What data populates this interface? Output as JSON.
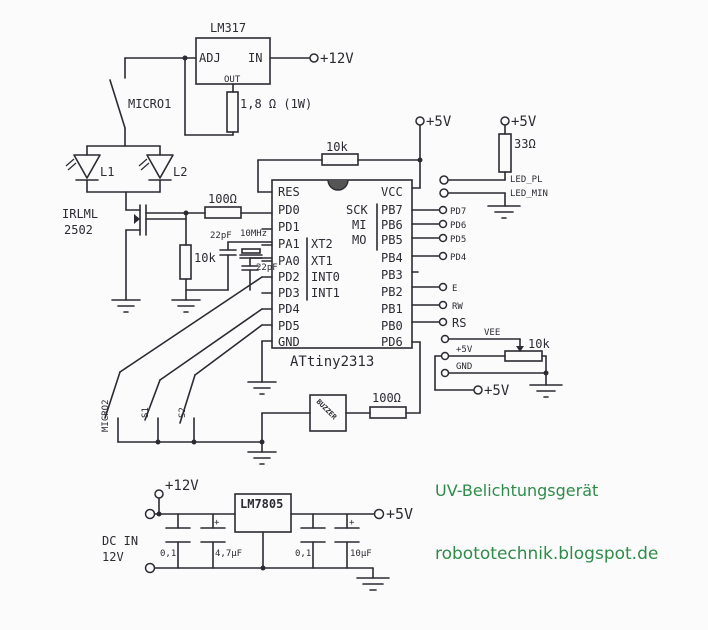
{
  "title_note": "UV-Belichtungsgerät",
  "website": "robototechnik.blogspot.de",
  "colors": {
    "ink": "#2b2b33",
    "green_text": "#2e8b4a",
    "paper": "#fbfbfb"
  },
  "lm317": {
    "name": "LM317",
    "pins": {
      "adj": "ADJ",
      "in": "IN",
      "out": "OUT"
    },
    "supply": "+12V",
    "resistor": "1,8 Ω (1W)"
  },
  "leds": {
    "switch": "MICRO1",
    "l1": "L1",
    "l2": "L2"
  },
  "mosfet": {
    "name_line1": "IRLML",
    "name_line2": "2502"
  },
  "gate": {
    "resistor": "100Ω",
    "pulldown": "10k"
  },
  "crystal": {
    "cap1": "22pF",
    "freq": "10MHz",
    "cap2": "22pF"
  },
  "mcu": {
    "name": "ATtiny2313",
    "left_pins": [
      "RES",
      "PD0",
      "PD1",
      "PA1",
      "PA0",
      "PD2",
      "PD3",
      "PD4",
      "PD5",
      "GND"
    ],
    "left_alt": [
      "XT2",
      "XT1",
      "INT0",
      "INT1"
    ],
    "right_pins": [
      "VCC",
      "PB7",
      "PB6",
      "PB5",
      "PB4",
      "PB3",
      "PB2",
      "PB1",
      "PB0",
      "PD6"
    ],
    "right_alt": [
      "SCK",
      "MI",
      "MO"
    ],
    "reset_resistor": "10k",
    "vcc_supply": "+5V"
  },
  "connectors": {
    "isp": [
      "PD7",
      "PD6",
      "PD5",
      "PD4"
    ],
    "lcd": [
      "E",
      "RW",
      "RS"
    ],
    "led_supply": "+5V",
    "led_resistor": "33Ω",
    "led_pl": "LED_PL",
    "led_min": "LED_MIN",
    "vee": "VEE",
    "pot": "10k",
    "plus5": "+5V",
    "gnd": "GND",
    "plus5_out": "+5V"
  },
  "switches": {
    "micro2": "MICRO2",
    "s1": "S1",
    "s2": "S2"
  },
  "buzzer": {
    "name": "BUZZER",
    "resistor": "100Ω"
  },
  "power": {
    "reg": "LM7805",
    "in_label": "+12V",
    "out_label": "+5V",
    "dc_in_line1": "DC IN",
    "dc_in_line2": "12V",
    "caps": [
      "0,1",
      "4,7µF",
      "0,1",
      "10µF"
    ],
    "polarity": "+"
  }
}
